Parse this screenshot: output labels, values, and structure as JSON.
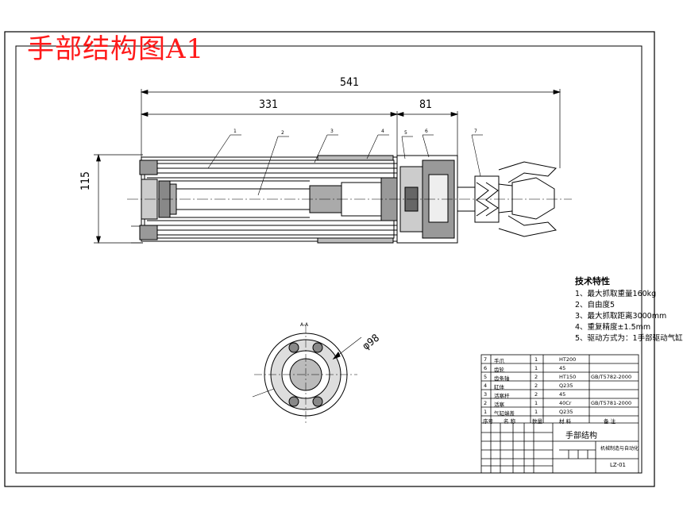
{
  "title": "手部结构图A1",
  "dimensions": {
    "overall": "541",
    "body": "331",
    "end": "81",
    "height": "115",
    "section_dia": "φ98"
  },
  "balloons": [
    "1",
    "2",
    "3",
    "4",
    "5",
    "6",
    "7"
  ],
  "section_label": "A-A",
  "tech": {
    "heading": "技术特性",
    "lines": [
      "1、最大抓取重量160kg",
      "2、自由度5",
      "3、最大抓取距离3000mm",
      "4、重复精度±1.5mm",
      "5、驱动方式为：1手部驱动气缸"
    ]
  },
  "bom": {
    "rows": [
      {
        "no": "7",
        "name": "手爪",
        "qty": "1",
        "material": "HT200",
        "note": ""
      },
      {
        "no": "6",
        "name": "齿轮",
        "qty": "1",
        "material": "45",
        "note": ""
      },
      {
        "no": "5",
        "name": "齿条轴",
        "qty": "2",
        "material": "HT150",
        "note": "GB/T5782-2000"
      },
      {
        "no": "4",
        "name": "缸体",
        "qty": "2",
        "material": "Q235",
        "note": ""
      },
      {
        "no": "3",
        "name": "活塞杆",
        "qty": "2",
        "material": "45",
        "note": ""
      },
      {
        "no": "2",
        "name": "活塞",
        "qty": "1",
        "material": "40Cr",
        "note": "GB/T5781-2000"
      },
      {
        "no": "1",
        "name": "气缸端盖",
        "qty": "1",
        "material": "Q235",
        "note": ""
      }
    ],
    "header": {
      "no": "序号",
      "name": "名 称",
      "qty": "数量",
      "material": "材 料",
      "note": "备 注"
    }
  },
  "titleblock": {
    "product": "手部结构",
    "drawing_no": "LZ-01",
    "school": "机械制造与自动化"
  }
}
